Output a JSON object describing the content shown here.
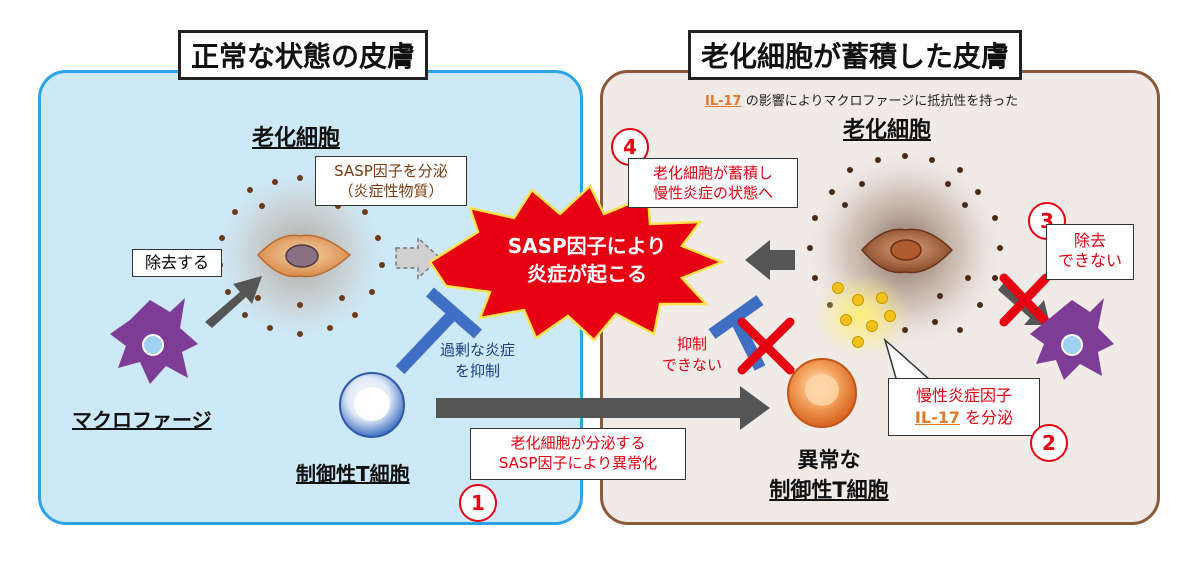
{
  "left_panel": {
    "title": "正常な状態の皮膚",
    "senescent_label": "老化細胞",
    "sasp_callout": [
      "SASP因子を分泌",
      "（炎症性物質）"
    ],
    "remove_label": "除去する",
    "macrophage_label": "マクロファージ",
    "suppress_label": [
      "過剰な炎症",
      "を抑制"
    ],
    "treg_label": "制御性T細胞"
  },
  "center": {
    "burst_text": [
      "SASP因子により",
      "炎症が起こる"
    ],
    "abnormal_callout": [
      "老化細胞が分泌する",
      "SASP因子により異常化"
    ],
    "step1": "1"
  },
  "right_panel": {
    "title": "老化細胞が蓄積した皮膚",
    "note_il": "IL-17",
    "note_rest": " の影響によりマクロファージに抵抗性を持った",
    "senescent_label": "老化細胞",
    "step4": "4",
    "accumulate_callout": [
      "老化細胞が蓄積し",
      "慢性炎症の状態へ"
    ],
    "step3": "3",
    "cannot_remove": [
      "除去",
      "できない"
    ],
    "cannot_suppress": [
      "抑制",
      "できない"
    ],
    "chronic_line1": "慢性炎症因子",
    "chronic_il": "IL-17",
    "chronic_rest": " を分泌",
    "step2": "2",
    "abnormal_treg": [
      "異常な",
      "制御性T細胞"
    ]
  },
  "colors": {
    "left_bg": "#cde9f8",
    "left_border": "#2aa4e6",
    "right_bg": "#f1ebe8",
    "right_border": "#8a5a3a",
    "alert_red": "#e60012",
    "sasp_brown": "#7a3b10",
    "treg_blue": "#3f6fc4",
    "macrophage_purple": "#7d3c96"
  },
  "icons": [
    "macrophage-icon",
    "senescent-cell-icon",
    "treg-cell-icon",
    "abnormal-treg-cell-icon",
    "inhibit-t-icon",
    "red-x-icon",
    "burst-icon",
    "arrow-icon"
  ]
}
